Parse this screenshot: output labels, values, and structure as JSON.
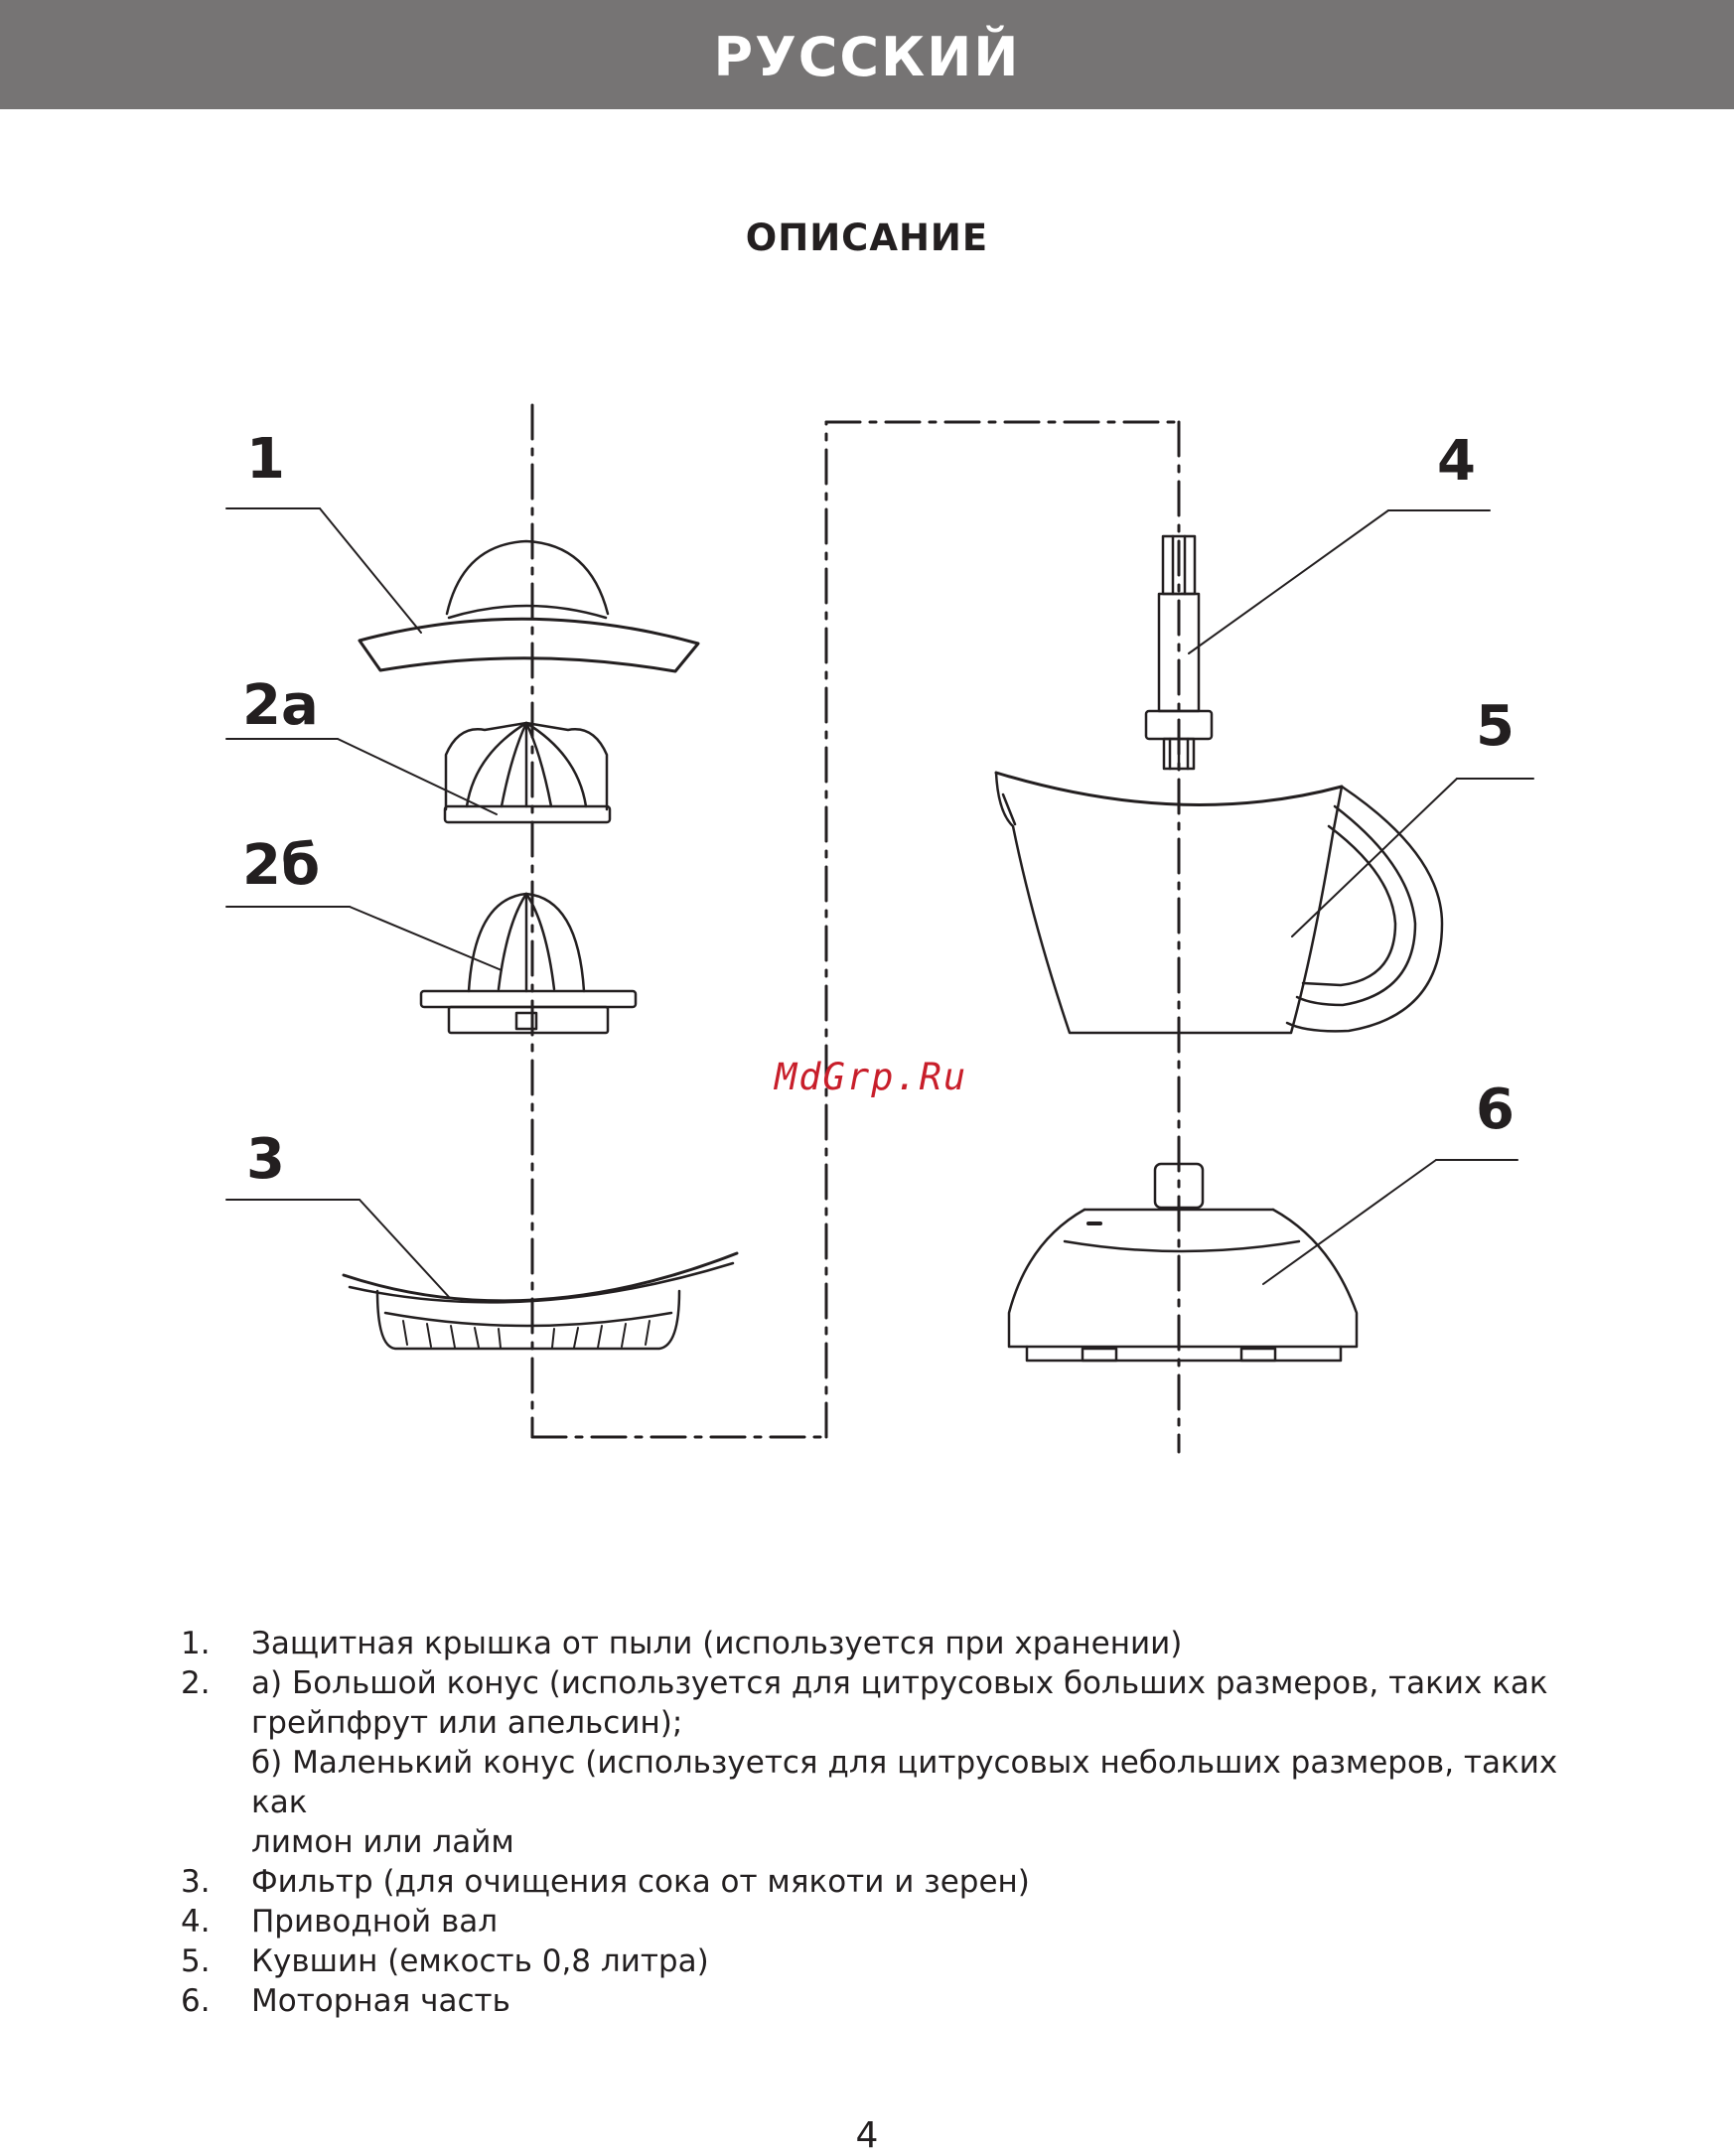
{
  "header": {
    "title": "РУССКИЙ"
  },
  "section": {
    "title": "ОПИСАНИЕ"
  },
  "diagram": {
    "labels": {
      "p1": "1",
      "p2a": "2а",
      "p2b": "2б",
      "p3": "3",
      "p4": "4",
      "p5": "5",
      "p6": "6"
    },
    "watermark": "MdGrp.Ru"
  },
  "legend": {
    "items": [
      {
        "num": "1.",
        "lines": [
          "Защитная крышка от пыли (используется при хранении)"
        ]
      },
      {
        "num": "2.",
        "lines": [
          "а) Большой конус (используется для цитрусовых больших размеров, таких как",
          "грейпфрут или апельсин);",
          "б) Маленький конус (используется для цитрусовых небольших размеров, таких как",
          "лимон или лайм"
        ]
      },
      {
        "num": "3.",
        "lines": [
          "Фильтр (для очищения сока от мякоти и зерен)"
        ]
      },
      {
        "num": "4.",
        "lines": [
          "Приводной вал"
        ]
      },
      {
        "num": "5.",
        "lines": [
          "Кувшин (емкость 0,8 литра)"
        ]
      },
      {
        "num": "6.",
        "lines": [
          "Моторная часть"
        ]
      }
    ]
  },
  "footer": {
    "page_number": "4"
  },
  "colors": {
    "header_bg": "#767474",
    "header_text": "#ffffff",
    "watermark": "#c81e2a"
  }
}
